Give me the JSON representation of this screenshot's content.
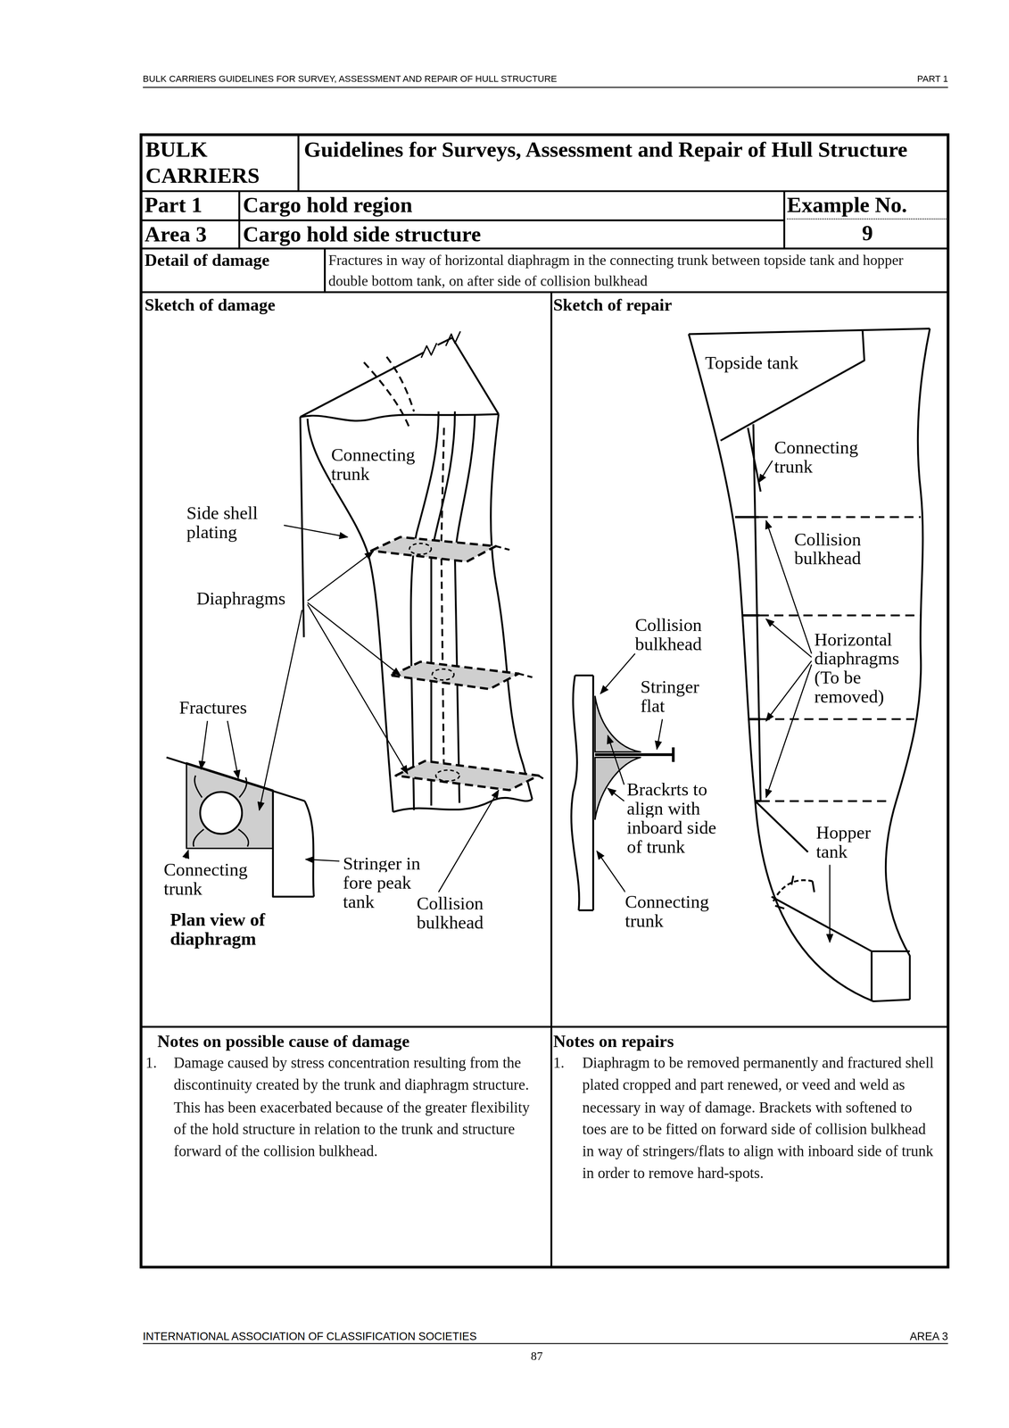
{
  "diagram": {
    "nodes": [
      {
        "text": [
          "BULK CARRIERS"
        ]
      },
      {
        "text": [
          "Guidelines for Surveys, Assessment and Repair of Hull Structure"
        ]
      },
      {
        "text": [
          "Part 1"
        ]
      },
      {
        "text": [
          "Cargo hold region"
        ]
      },
      {
        "text": [
          "Example No.",
          "9"
        ]
      },
      {
        "text": [
          "Area 3"
        ]
      },
      {
        "text": [
          "Cargo hold side structure"
        ]
      },
      {
        "text": [
          "Detail of damage"
        ]
      },
      {
        "text": [
          "Fractures in way of horizontal diaphragm in the connecting trunk between topside tank and hopper double bottom tank, on after side of collision bulkhead"
        ]
      },
      {
        "text": [
          "Sketch of damage"
        ]
      },
      {
        "text": [
          "Sketch of repair"
        ]
      },
      {
        "text": [
          "Notes on possible cause of damage",
          "1.",
          "Damage caused by stress concentration resulting from the discontinuity created by the trunk and diaphragm structure. This has been exacerbated because of the greater flexibility of the hold structure in relation to the trunk and structure forward of the collision bulkhead."
        ]
      },
      {
        "text": [
          "Notes on repairs",
          "1.",
          "Diaphragm to be removed permanently and fractured shell plated cropped and part renewed, or veed and weld as necessary in way of damage. Brackets with softened to toes are to be fitted on forward side of collision bulkhead in way of stringers/flats to align with inboard side of trunk in order to remove hard-spots."
        ]
      }
    ],
    "labels": [
      "BULK CARRIERS GUIDELINES FOR SURVEY, ASSESSMENT AND REPAIR OF HULL STRUCTURE",
      "PART 1",
      "Connecting trunk",
      "Side shell plating",
      "Diaphragms",
      "Fractures",
      "Connecting trunk",
      "Stringer in fore peak tank",
      "Collision bulkhead",
      "Plan view of diaphragm",
      "Topside tank",
      "Connecting trunk",
      "Collision bulkhead",
      "Horizontal diaphragms (To be removed)",
      "Collision bulkhead",
      "Stringer flat",
      "Brackrts to align with inboard side of trunk",
      "Hopper tank",
      "Connecting trunk",
      "INTERNATIONAL ASSOCIATION OF CLASSIFICATION SOCIETIES",
      "AREA 3",
      "87"
    ]
  }
}
